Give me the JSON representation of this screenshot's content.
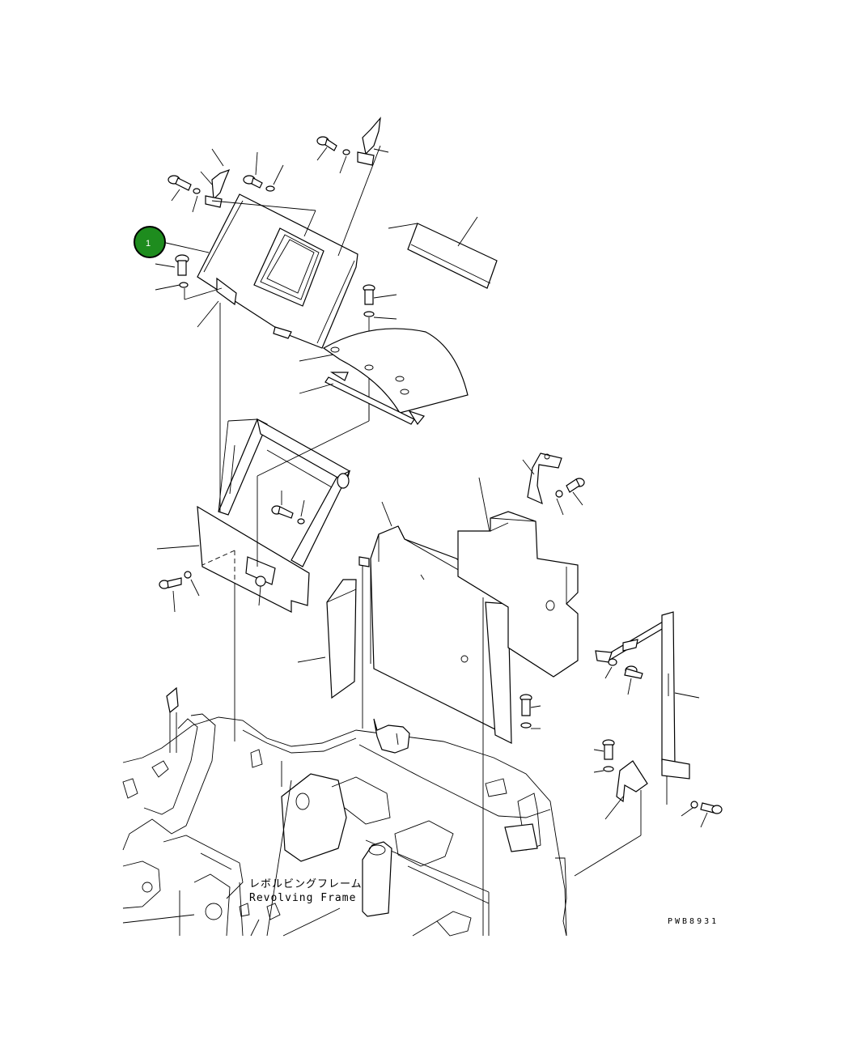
{
  "diagram": {
    "callout": {
      "number": "1",
      "color": "#1e8c1e"
    },
    "location_label_jp": "レボルビングフレーム",
    "location_label_en": "Revolving Frame",
    "drawing_code": "PWB8931"
  }
}
